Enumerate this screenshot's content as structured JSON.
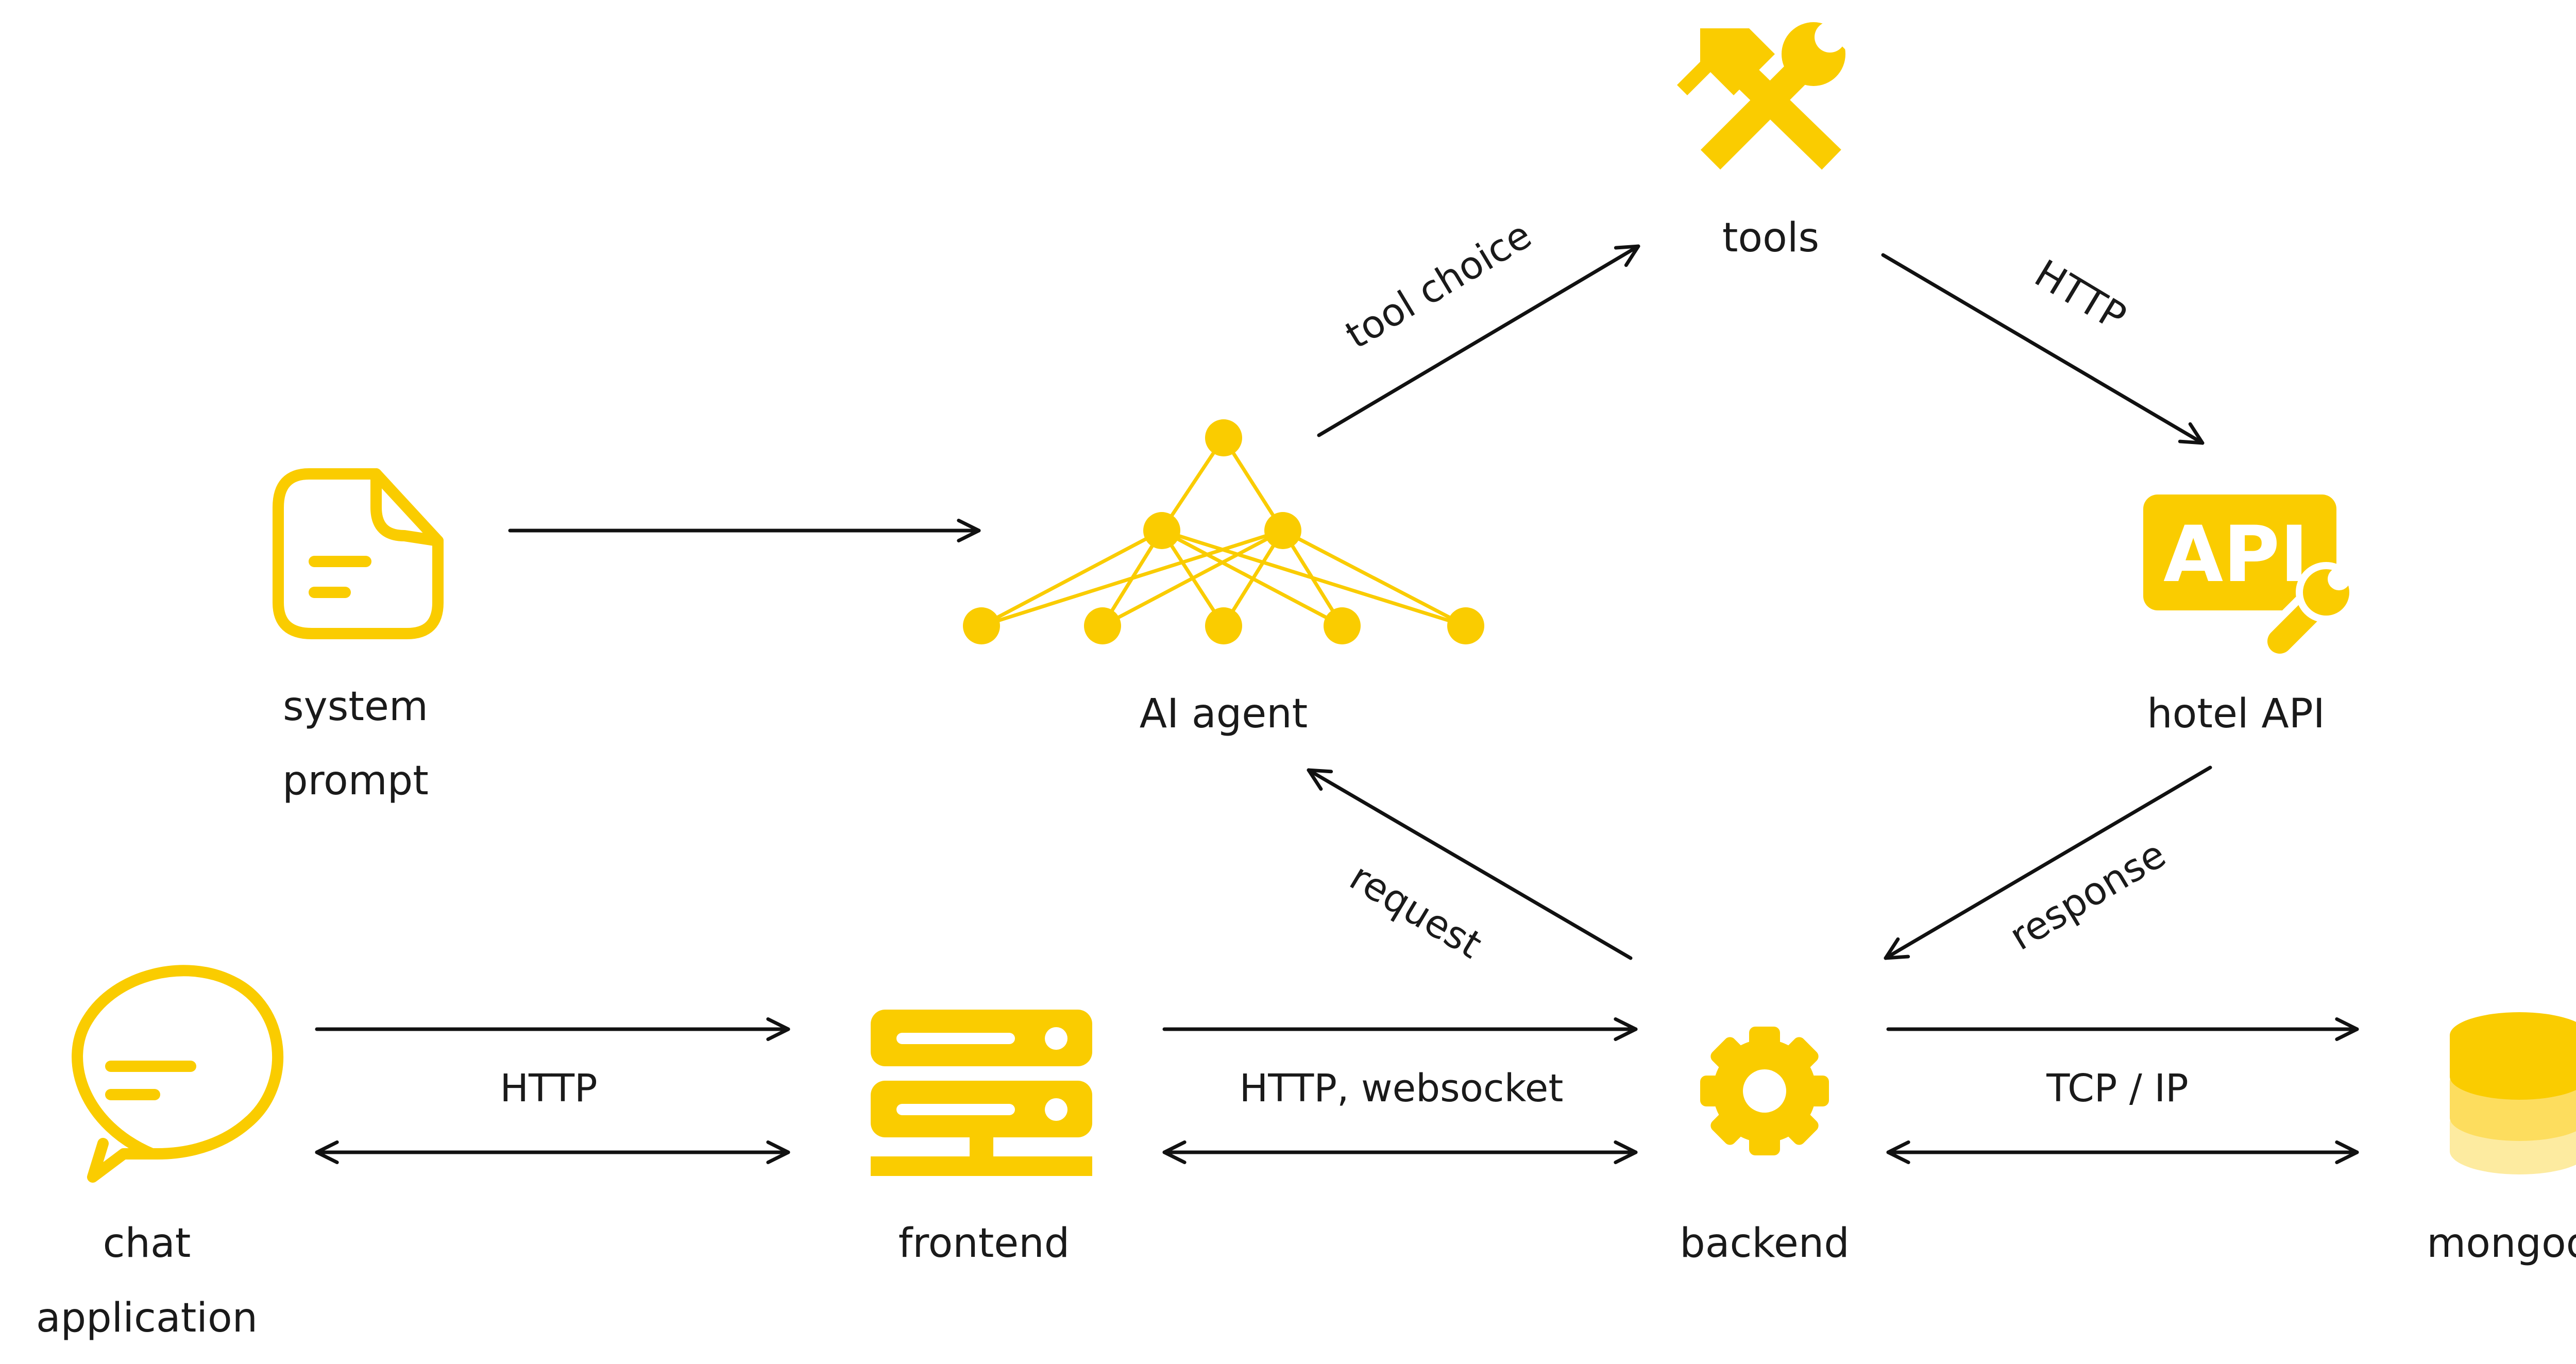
{
  "colors": {
    "accent": "#FACC00",
    "line": "#111111",
    "background": "#ffffff"
  },
  "nodes": {
    "tools": {
      "label": "tools",
      "icon": "hammer-wrench-icon"
    },
    "system_prompt": {
      "label_line1": "system",
      "label_line2": "prompt",
      "icon": "document-icon"
    },
    "ai_agent": {
      "label": "AI agent",
      "icon": "neural-network-icon"
    },
    "hotel_api": {
      "label": "hotel API",
      "icon": "api-icon"
    },
    "chat_application": {
      "label_line1": "chat",
      "label_line2": "application",
      "icon": "chat-bubble-icon"
    },
    "frontend": {
      "label": "frontend",
      "icon": "server-icon"
    },
    "backend": {
      "label": "backend",
      "icon": "gear-icon"
    },
    "mongodb": {
      "label": "mongodb",
      "icon": "database-icon"
    }
  },
  "edges": {
    "tool_choice": "tool choice",
    "http_tools_api": "HTTP",
    "request": "request",
    "response": "response",
    "http_chat_frontend": "HTTP",
    "http_websocket": "HTTP, websocket",
    "tcp_ip": "TCP / IP"
  }
}
